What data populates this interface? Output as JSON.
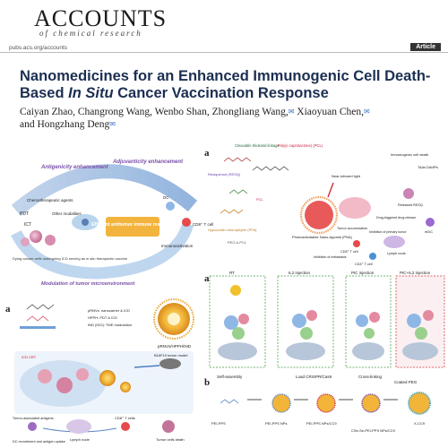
{
  "header": {
    "journal_main": "ACCOUNTS",
    "journal_sub": "of chemical research",
    "url": "pubs.acs.org/accounts",
    "article_type": "Article"
  },
  "article": {
    "title_part1": "Nanomedicines for an Enhanced Immunogenic Cell Death-Based ",
    "title_italic": "In Situ",
    "title_part2": " Cancer Vaccination Response",
    "authors_line1": "Caiyan Zhao, Changrong Wang, Wenbo Shan, Zhongliang Wang,",
    "authors_line1b": " Xiaoyuan Chen,",
    "authors_line2": "and Hongzhang Deng"
  },
  "figures": {
    "left_top": {
      "antigenicity": "Antigenicity enhancement",
      "adjuvanticity": "Adjuvanticity enhancement",
      "chemo": "Chemotherapeutic agents",
      "pdt": "PDT",
      "ict": "ICT",
      "other": "Other modalities",
      "dying": "Dying cancer cells undergoing ICD serving as in situ therapeutic vaccine",
      "efficient": "Efficient antitumor immune response",
      "dc": "DC",
      "cd8": "CD8⁺ T cell",
      "immuno": "Immunoactivation",
      "modulation": "Modulation of tumor microenvironment"
    },
    "left_bottom": {
      "letter": "a",
      "pres": "pRNVs: nanocarrier & ICD",
      "hpph": "HPPH: PDT & ICD",
      "ido": "IND (IDO): TME modulation",
      "label": "pRNVs/HPPH/IND",
      "icd": "ICD CRT",
      "tumor_model": "B16F10 tumor model",
      "tumor_antigens": "Tumor-associated antigens",
      "dc_rec": "DC recruitment and antigen uptake",
      "lymph": "Lymph node",
      "cd8": "CD8⁺ T cells",
      "death": "Tumor cells death"
    },
    "right_top": {
      "letter": "a",
      "cleavable": "Cleavable thioketal linkage",
      "pcl": "Poly(ε-caprolactone) (PCL)",
      "resiq": "Resiquimod (RESQ)",
      "pcl2": "PCL",
      "hypo": "Hypocrellin chlorophyllin (PPa)",
      "peg": "PEG-b-PCL",
      "photo": "Photoactivatable Nano-Agonist (PNA)",
      "nir": "Near-infrared light",
      "cell_death": "Immunogenic cell death",
      "taa": "TAAs DAMPs",
      "released": "Released RESQ",
      "mdc": "mDC",
      "lymph": "Lymph node",
      "cd8": "CD8⁺ T cell",
      "cd4": "CD4⁺ T cell",
      "tumor_acc": "Tumor accumulation",
      "drug": "Drug-triggered drug release",
      "inhibit1": "Inhibition of primary tumor",
      "inhibit2": "Inhibition of metastasis"
    },
    "right_mid": {
      "letter": "a",
      "cols": [
        "RT",
        "IL2 injection",
        "PIC injection",
        "PIC+IL2 injection"
      ]
    },
    "right_bottom": {
      "letter": "b",
      "steps": [
        "Self-assembly",
        "Load CRISPR/Cas9",
        "Cross-linking",
        "Coated PEG"
      ],
      "labels": [
        "PEI-PPS",
        "PEI-PPS NPs",
        "PEI-PPS NPs/CC9",
        "CSe-Se-PEI-PPS NPs/CC9",
        "X-CC9"
      ]
    }
  }
}
